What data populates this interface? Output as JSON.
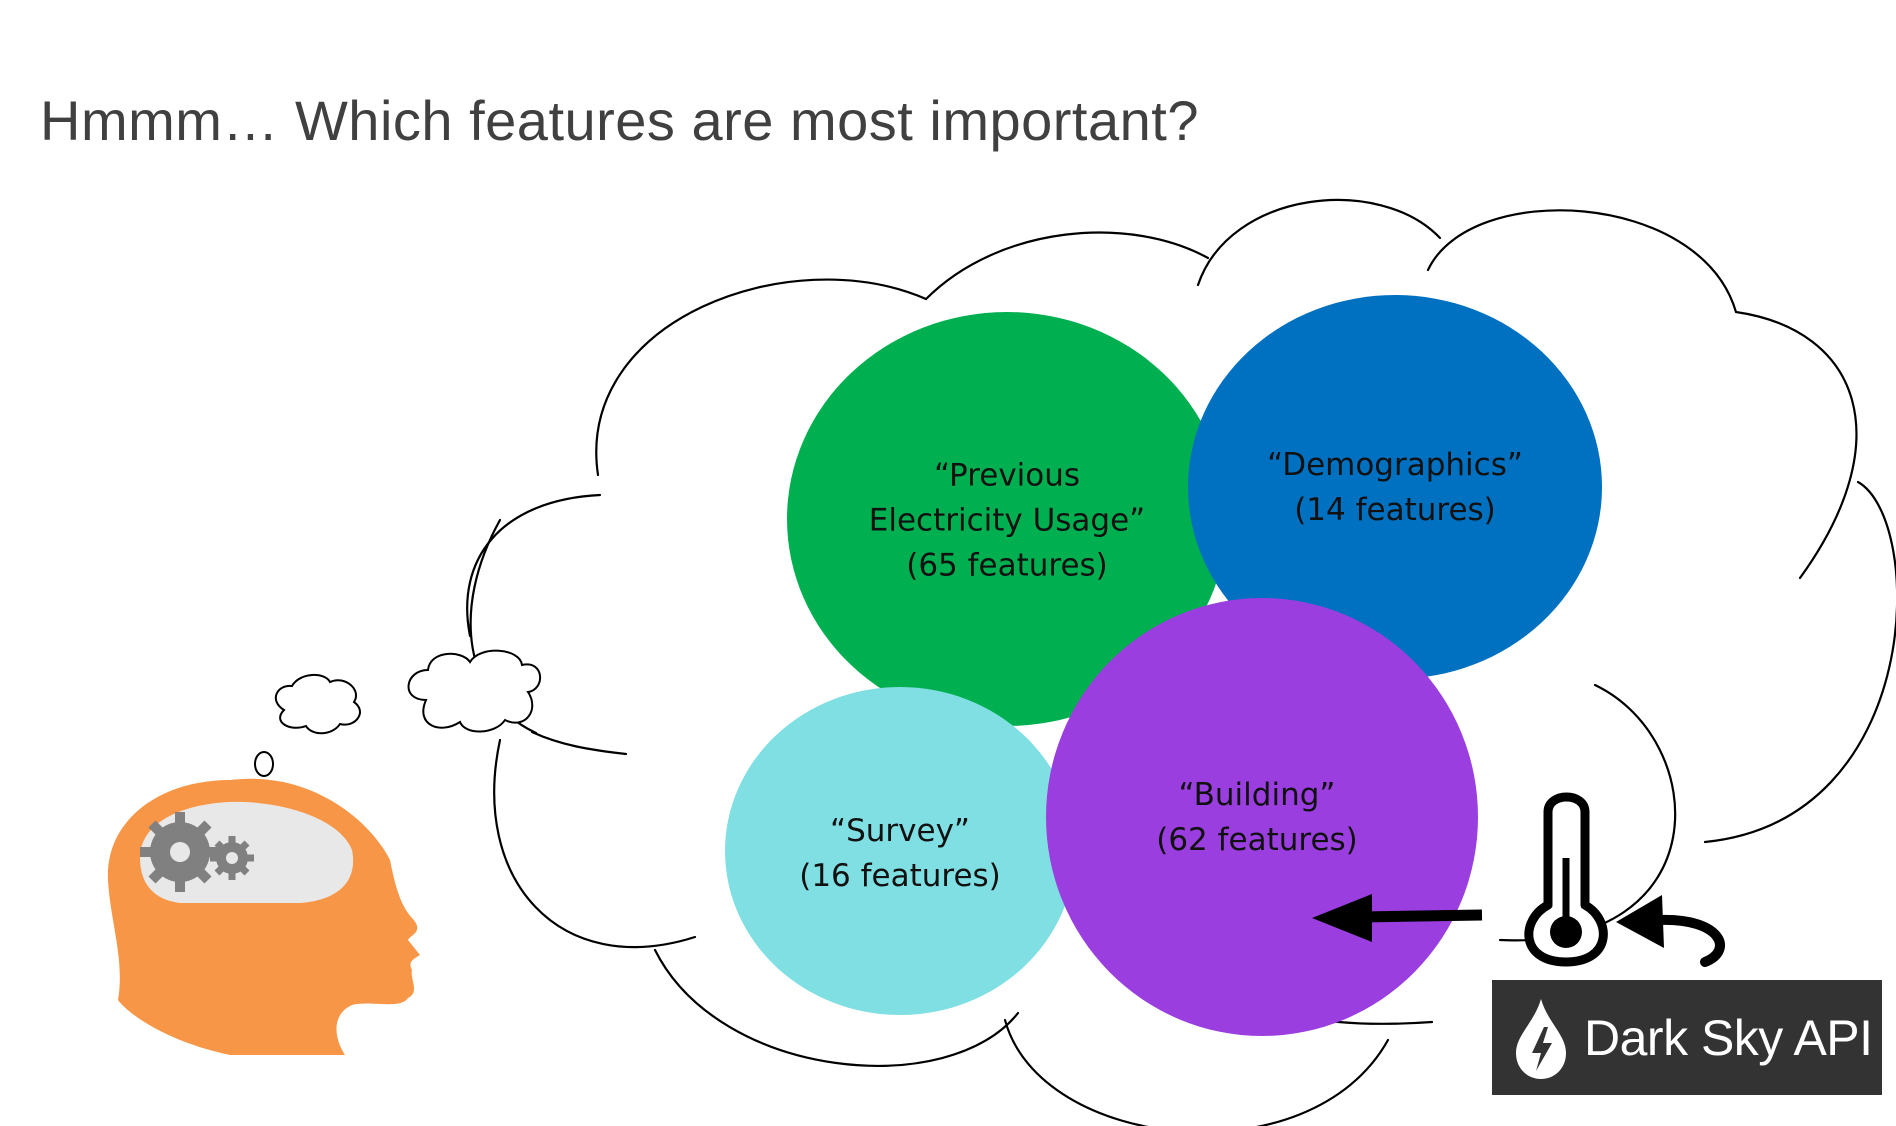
{
  "title": "Hmmm… Which features are most important?",
  "groups": [
    {
      "name": "“Previous Electricity Usage”",
      "lines": [
        "“Previous",
        "Electricity Usage”",
        "(65 features)"
      ],
      "color": "#00b050"
    },
    {
      "name": "“Demographics”",
      "lines": [
        "“Demographics”",
        "(14 features)"
      ],
      "color": "#0070c0"
    },
    {
      "name": "“Survey”",
      "lines": [
        "“Survey”",
        "(16 features)"
      ],
      "color": "#7fdfe3"
    },
    {
      "name": "“Building”",
      "lines": [
        "“Building”",
        "(62 features)"
      ],
      "color": "#9a3ee0"
    }
  ],
  "weather_source": {
    "label": "Dark Sky API",
    "icon": "thermometer-icon"
  },
  "colors": {
    "head": "#f79646",
    "gear": "#808080",
    "badge": "#333333"
  }
}
